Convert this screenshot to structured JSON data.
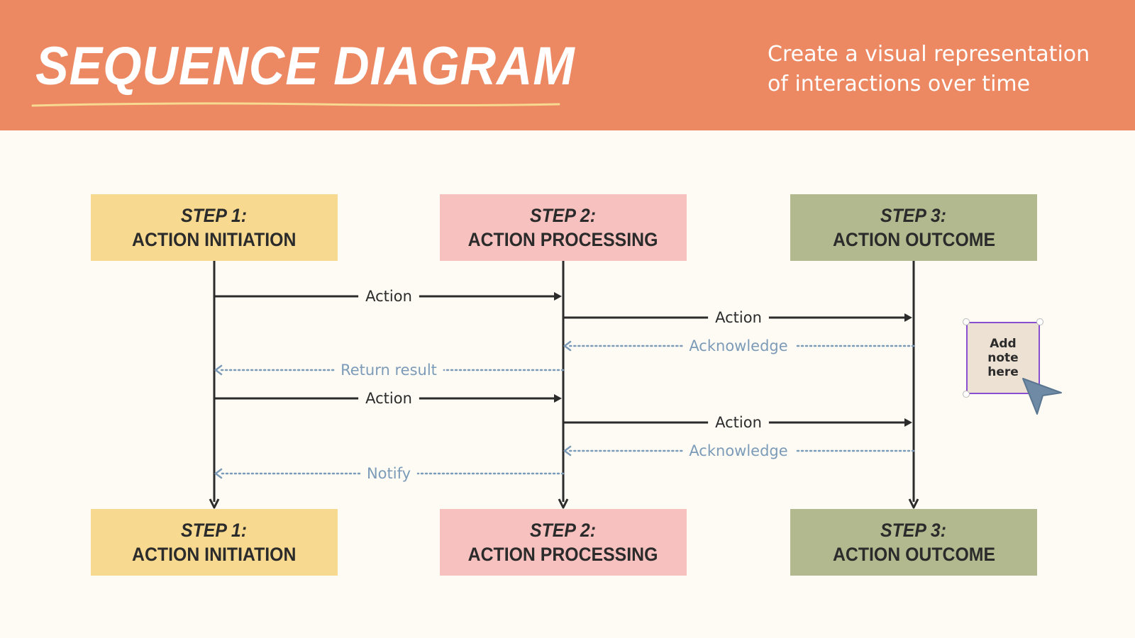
{
  "header": {
    "title": "SEQUENCE DIAGRAM",
    "subtitle_line1": "Create a visual representation",
    "subtitle_line2": "of interactions over time"
  },
  "colors": {
    "header_bg": "#ec8963",
    "page_bg": "#fdfbf4",
    "step1": "#f7d990",
    "step2": "#f6c1be",
    "step3": "#b3b98f",
    "solid_arrow": "#2b2b2b",
    "dotted_arrow": "#7c9bb8",
    "note_border": "#8a4fd1"
  },
  "participants": [
    {
      "id": "p1",
      "num": "STEP 1:",
      "name": "ACTION INITIATION"
    },
    {
      "id": "p2",
      "num": "STEP 2:",
      "name": "ACTION PROCESSING"
    },
    {
      "id": "p3",
      "num": "STEP 3:",
      "name": "ACTION OUTCOME"
    }
  ],
  "messages": [
    {
      "from": "p1",
      "to": "p2",
      "label": "Action",
      "style": "solid"
    },
    {
      "from": "p2",
      "to": "p3",
      "label": "Action",
      "style": "solid"
    },
    {
      "from": "p3",
      "to": "p2",
      "label": "Acknowledge",
      "style": "dotted"
    },
    {
      "from": "p2",
      "to": "p1",
      "label": "Return result",
      "style": "dotted"
    },
    {
      "from": "p1",
      "to": "p2",
      "label": "Action",
      "style": "solid"
    },
    {
      "from": "p2",
      "to": "p3",
      "label": "Action",
      "style": "solid"
    },
    {
      "from": "p3",
      "to": "p2",
      "label": "Acknowledge",
      "style": "dotted"
    },
    {
      "from": "p2",
      "to": "p1",
      "label": "Notify",
      "style": "dotted"
    }
  ],
  "note": {
    "text": "Add note here",
    "line1": "Add",
    "line2": "note",
    "line3": "here"
  },
  "cursor_icon": "pointer-arrow-icon"
}
